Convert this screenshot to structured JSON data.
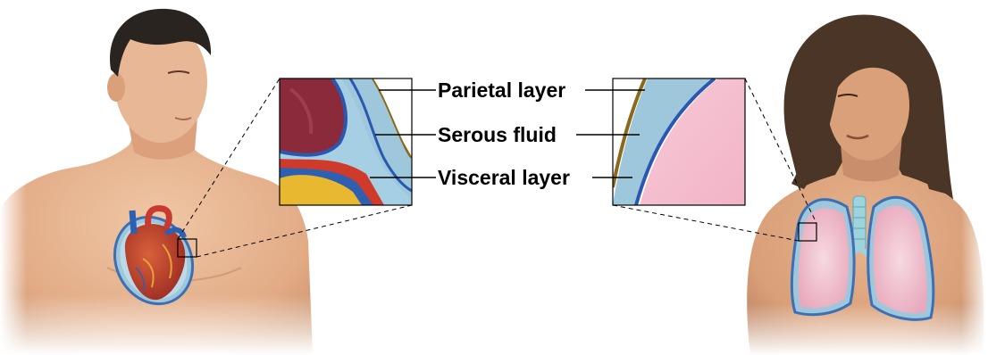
{
  "labels": {
    "parietal": "Parietal layer",
    "serous": "Serous fluid",
    "visceral": "Visceral layer"
  },
  "colors": {
    "skin": "#e8b896",
    "skin_shadow": "#c98f6c",
    "hair": "#2a2420",
    "hair_female": "#4a3526",
    "heart": "#b23a2e",
    "heart_dark": "#7a1f2a",
    "vessel_blue": "#2f5fb0",
    "pericardium": "#9fc7dc",
    "serous_fluid": "#8fbfd6",
    "parietal_brown": "#8a6a1a",
    "visceral_blue": "#2a58b0",
    "lung_pink": "#f2c8d4",
    "fat_yellow": "#e8b830"
  },
  "icons": {
    "male_figure": "male-torso-figure",
    "female_figure": "female-torso-figure",
    "heart": "heart-pericardium-icon",
    "lungs": "lungs-pleura-icon"
  }
}
